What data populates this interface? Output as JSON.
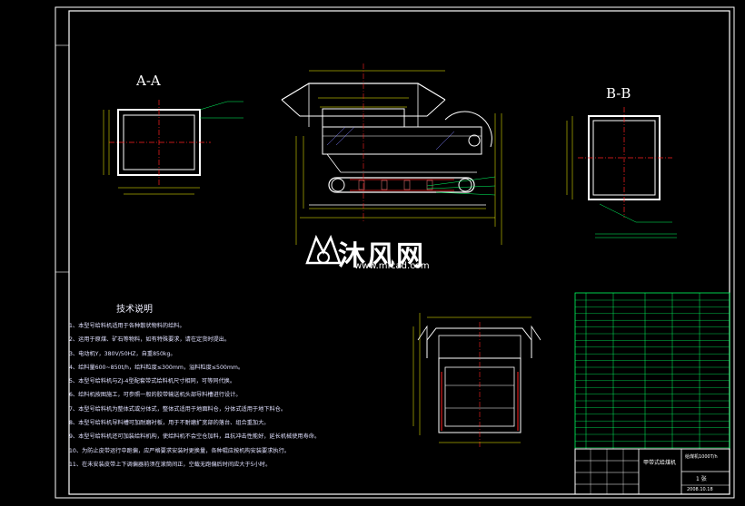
{
  "views": {
    "section_aa": "A-A",
    "section_bb": "B-B"
  },
  "watermark": {
    "brand": "沐风网",
    "url": "www.mfcad.com",
    "logo_icon": "mfcad-logo-icon"
  },
  "notes": {
    "title": "技术说明",
    "items": [
      "1、本型号给料机适用于各种散状物料的给料。",
      "2、运用于原煤、矿石等物料，如有特殊要求，请在定货时提出。",
      "3、电动机Y，380V/50HZ，自重850kg。",
      "4、给料量600~850t/h，给料粒度≤300mm，溢料粒度≤500mm。",
      "5、本型号给料机与ZJ-4型配套带式给料机尺寸相同，可等同代换。",
      "6、给料机按图施工，可参照一般的胶带输送机头部导料槽进行设计。",
      "7、本型号给料机为整体式或分体式，整体式适用于地面料仓，分体式适用于地下料仓。",
      "8、本型号给料机导料槽可加耐磨衬板，用于不耐磨扩宽部的落台、组合重加大。",
      "9、本型号给料机还可加装给料机构，使给料机不会空仓加料，且抗冲击性能好，延长机械使用寿命。",
      "10、为防止皮带运行中跑偏，应严格要求安装时更换量，各种辊应按机构安装要求执行。",
      "11、在未安装皮带上下调偏器前须在滚筒间正，空载无跑偏后时间应大于5小时。"
    ]
  },
  "title_block": {
    "drawing_name": "甲带式给煤机",
    "code": "给煤机1000T/h",
    "sheet": "1 张",
    "date": "2008.10.18"
  },
  "colors": {
    "background": "#000000",
    "outline": "#ffffff",
    "centerline": "#ff2020",
    "dimension": "#ffff00",
    "leader": "#00ff60",
    "table": "#00ff60",
    "hatch": "#8080ff"
  }
}
